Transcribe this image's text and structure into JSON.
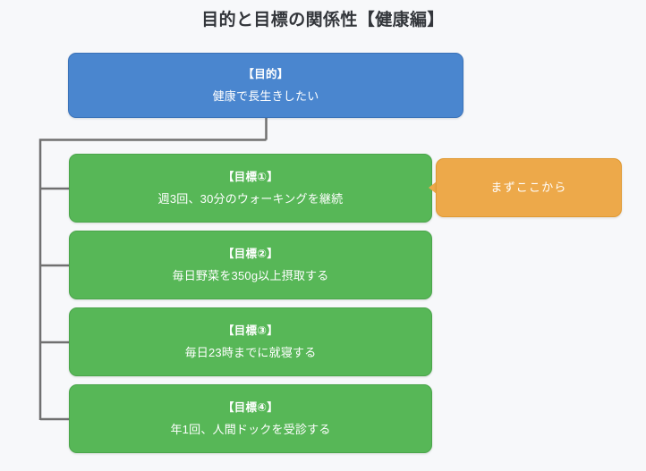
{
  "page": {
    "background_color": "#f7f8fa",
    "title": "目的と目標の関係性【健康編】"
  },
  "colors": {
    "purpose": "#4a86cf",
    "goal": "#57b757",
    "callout": "#eda94a",
    "connector": "#707070",
    "title_text": "#33363b",
    "node_text": "#ffffff"
  },
  "diagram": {
    "type": "tree",
    "purpose": {
      "head": "【目的】",
      "body": "健康で長生きしたい"
    },
    "goals": [
      {
        "head": "【目標①】",
        "body": "週3回、30分のウォーキングを継続"
      },
      {
        "head": "【目標②】",
        "body": "毎日野菜を350g以上摂取する"
      },
      {
        "head": "【目標③】",
        "body": "毎日23時までに就寝する"
      },
      {
        "head": "【目標④】",
        "body": "年1回、人間ドックを受診する"
      }
    ],
    "callout": {
      "body": "まずここから",
      "points_to": "【目標①】"
    }
  }
}
